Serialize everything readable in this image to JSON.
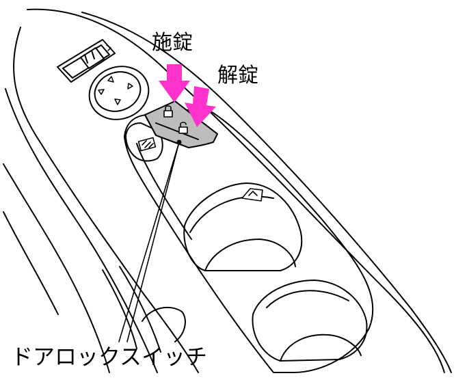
{
  "labels": {
    "lock": "施錠",
    "unlock": "解錠",
    "door_lock_switch": "ドアロックスイッチ"
  },
  "colors": {
    "arrow": "#ff33cc",
    "line": "#000000",
    "switch_fill": "#bdbdbd",
    "background": "#ffffff"
  },
  "icons": {
    "lock_closed": "padlock-closed-icon",
    "lock_open": "padlock-open-icon",
    "window_lock": "window-lock-icon",
    "window_switch": "window-up-icon",
    "mirror_arrows": "mirror-direction-arrows-icon"
  }
}
